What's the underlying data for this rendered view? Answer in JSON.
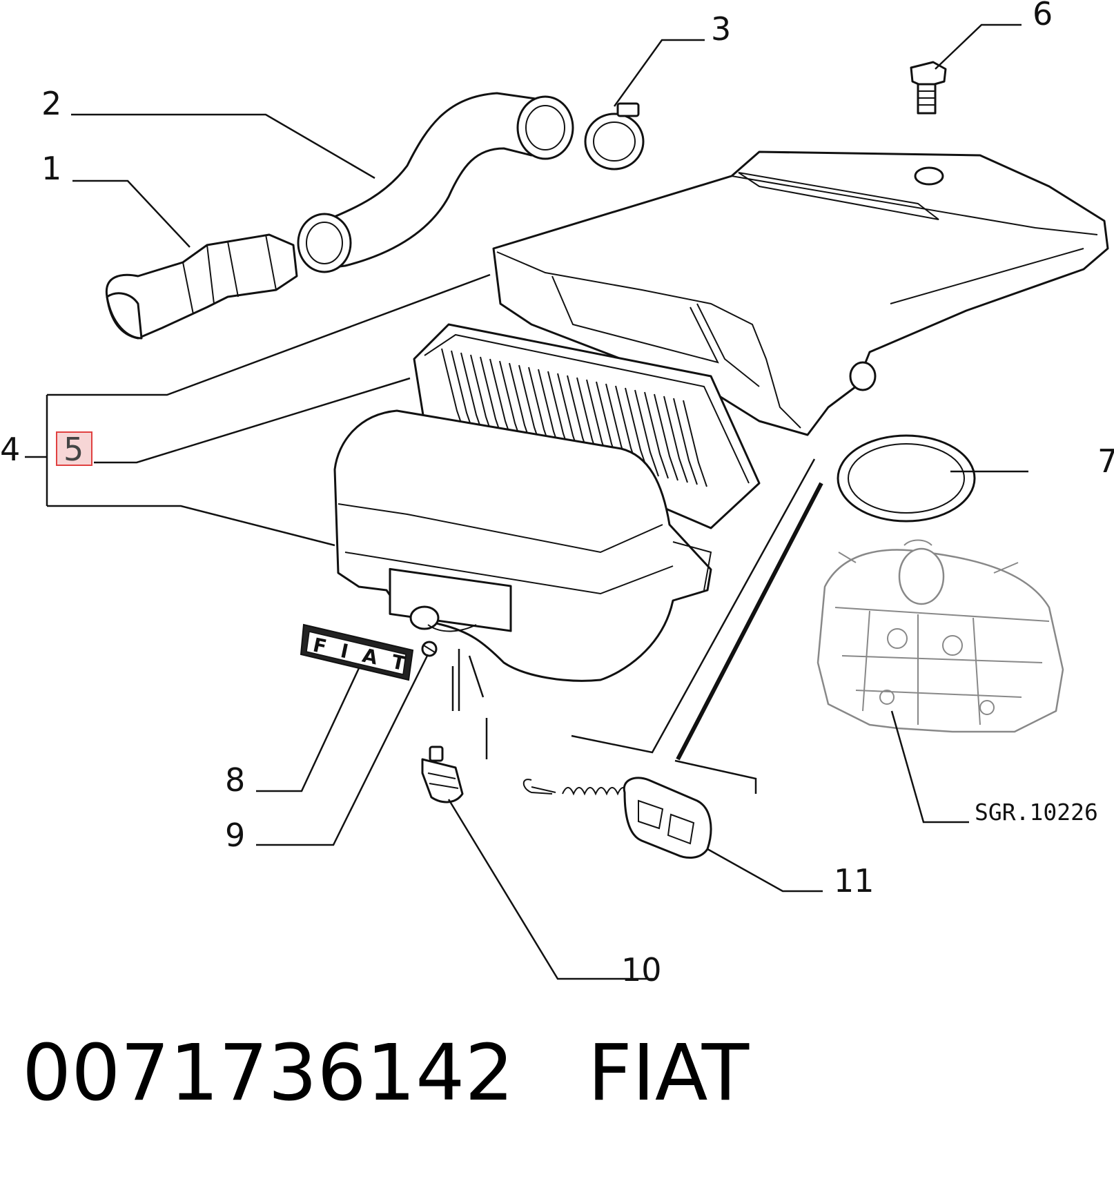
{
  "diagram": {
    "callouts": {
      "c1": "1",
      "c2": "2",
      "c3": "3",
      "c4": "4",
      "c5": "5",
      "c6": "6",
      "c7": "7",
      "c8": "8",
      "c9": "9",
      "c10": "10",
      "c11": "11"
    },
    "badge_text": "F I A T",
    "reference": "SGR.10226"
  },
  "footer": {
    "part_number": "0071736142",
    "brand": "FIAT"
  },
  "colors": {
    "highlight": "#e04040",
    "highlight_fill": "#f7d6d6",
    "ink": "#111111"
  }
}
